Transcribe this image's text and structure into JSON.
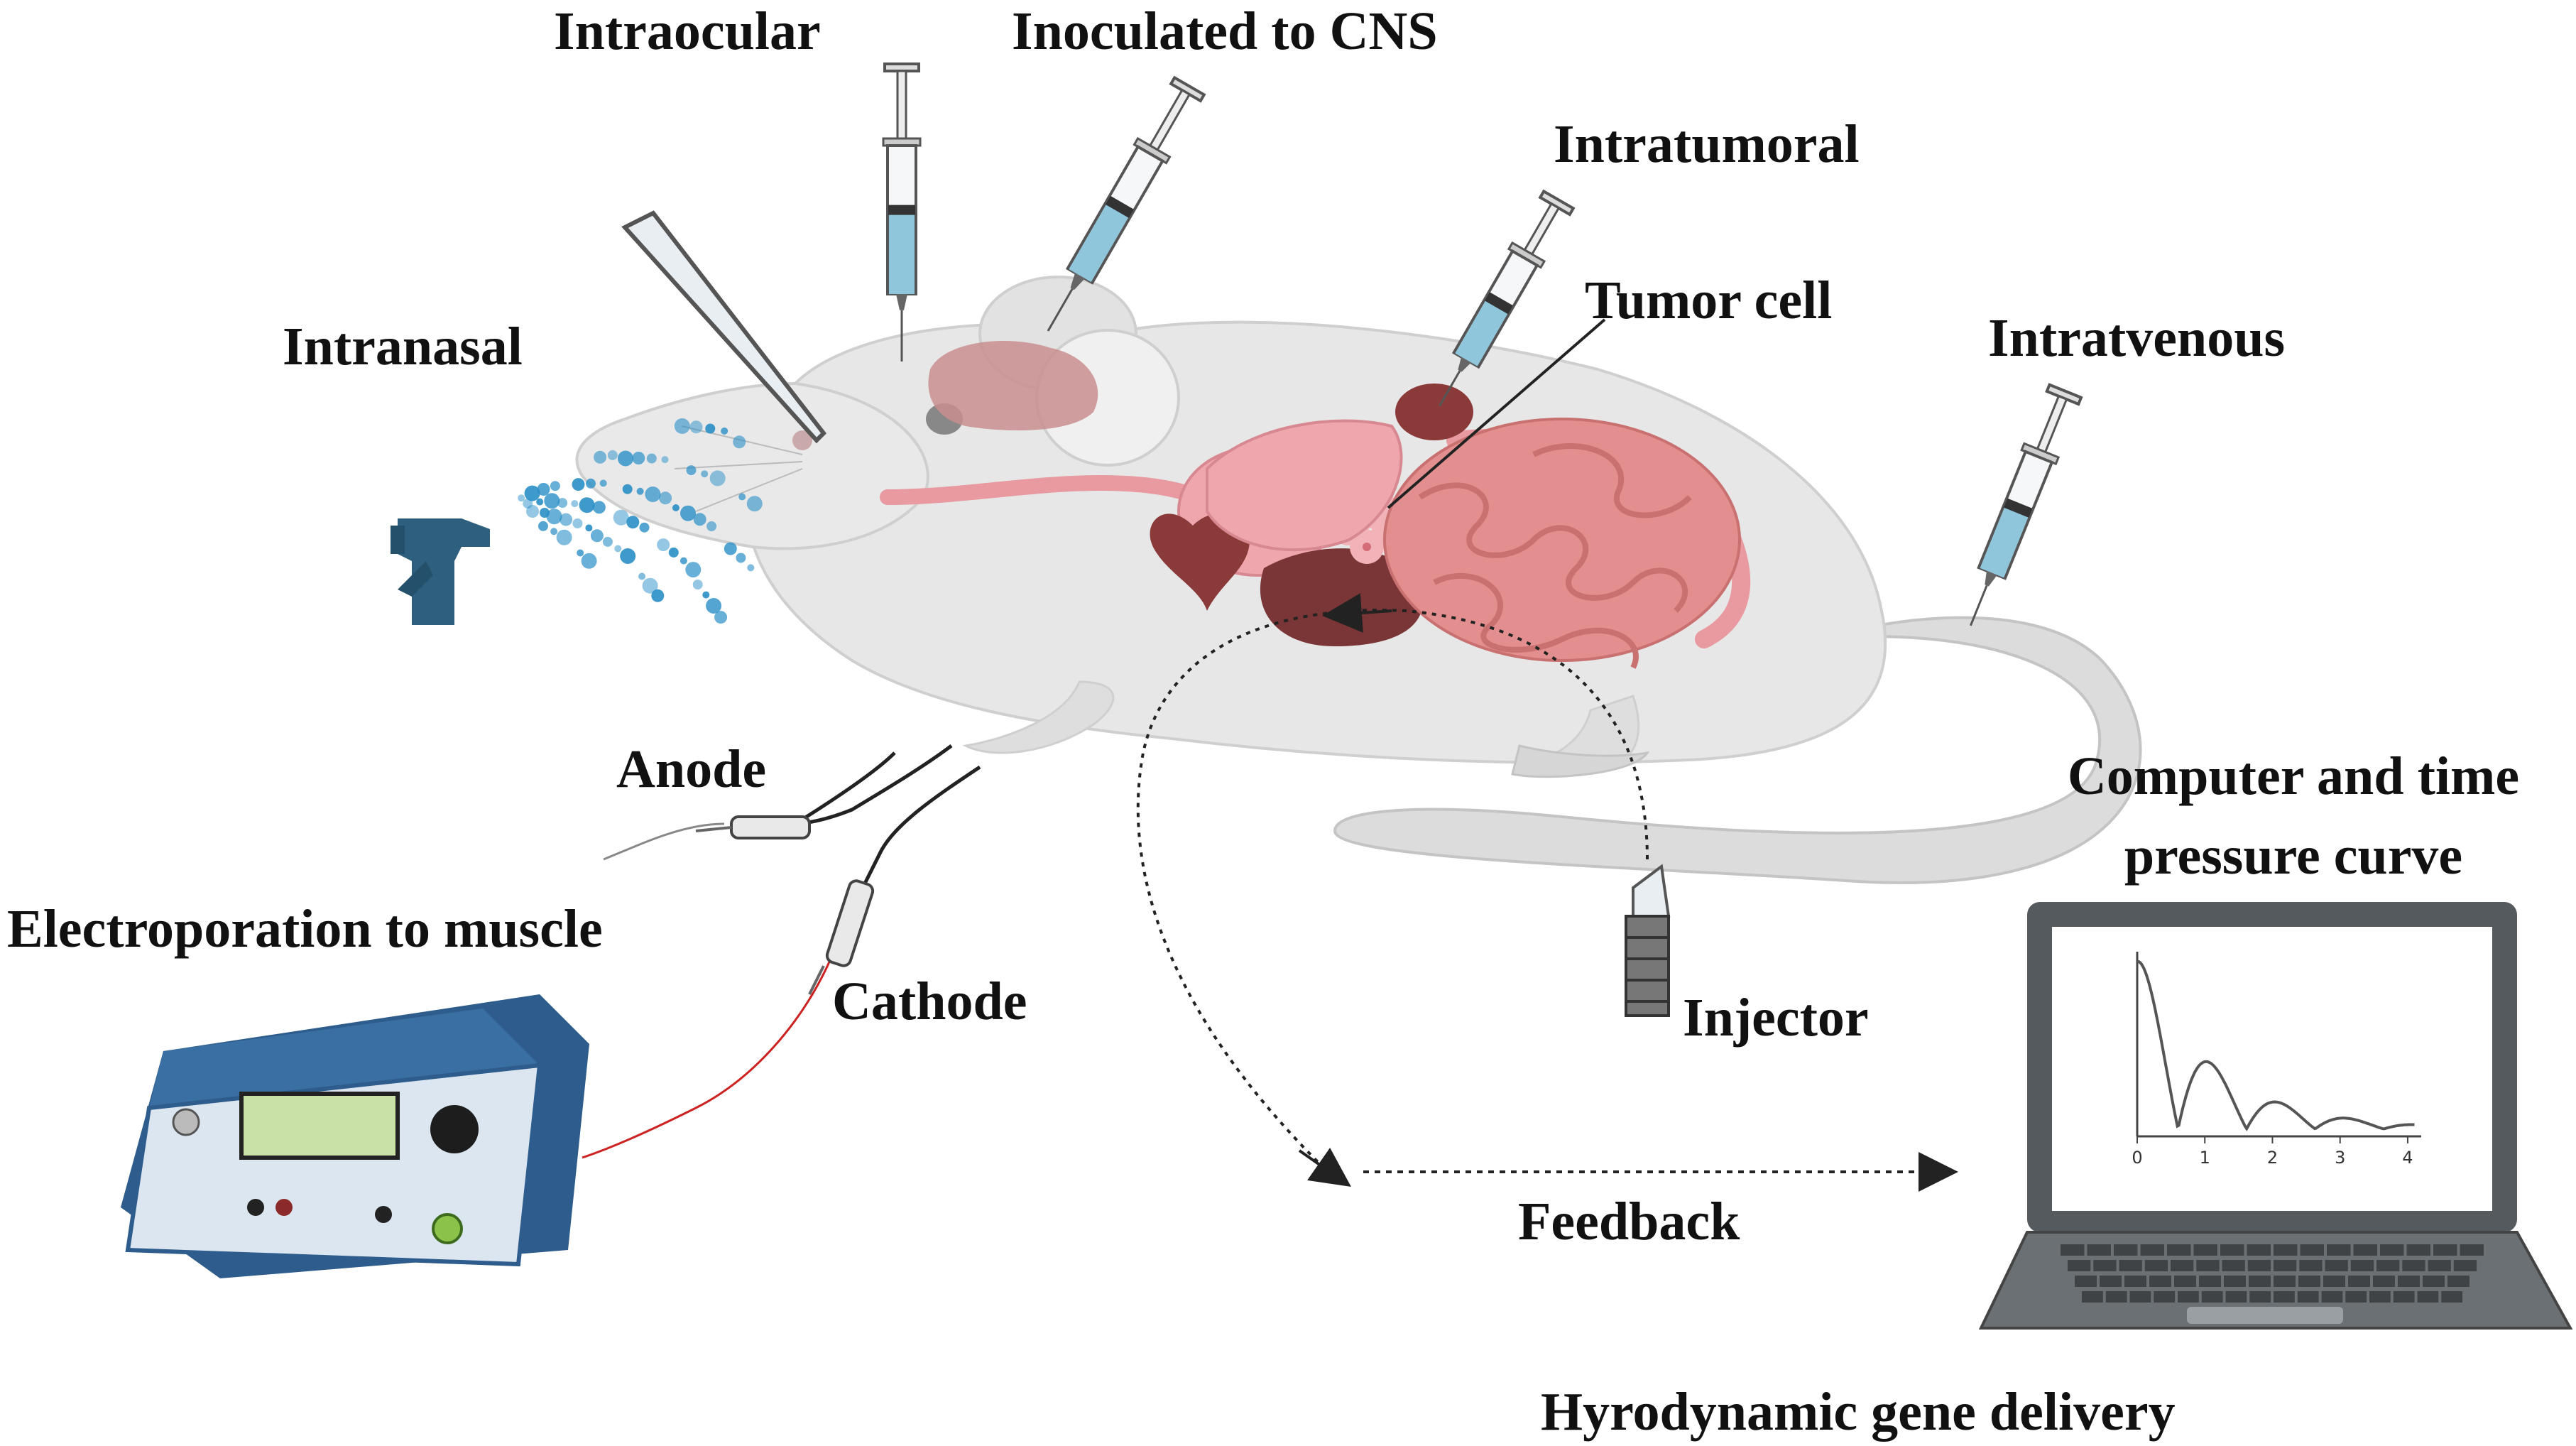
{
  "labels": {
    "intraocular": "Intraocular",
    "inoculated_cns": "Inoculated to CNS",
    "intratumoral": "Intratumoral",
    "tumor_cell": "Tumor cell",
    "intranasal": "Intranasal",
    "intravenous": "Intratvenous",
    "anode": "Anode",
    "electroporation": "Electroporation to muscle",
    "cathode": "Cathode",
    "computer_line1": "Computer and time",
    "computer_line2": "pressure curve",
    "injector": "Injector",
    "feedback": "Feedback",
    "hydrodynamic": "Hyrodynamic gene delivery"
  },
  "laptop_plot": {
    "x_ticks": [
      "0",
      "1",
      "2",
      "3",
      "4"
    ]
  },
  "colors": {
    "mouse_body": "#e6e6e6",
    "mouse_outline": "#cfcfcf",
    "organ_pink": "#e89aa0",
    "intestine": "#e38f8f",
    "liver": "#8b3a3a",
    "syringe_liquid": "#8fc6dc",
    "device_blue": "#2e5c8c",
    "device_face": "#dbe6f0",
    "spray_dots": "#2a8fc7",
    "laptop": "#555a5e",
    "spleen_orange": "#f5a623"
  }
}
